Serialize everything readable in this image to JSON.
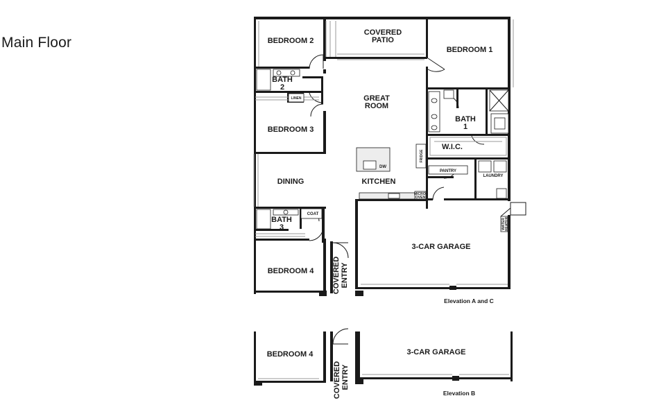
{
  "title": "Main Floor",
  "rooms": {
    "bedroom2": "BEDROOM 2",
    "covered_patio_1": "COVERED",
    "covered_patio_2": "PATIO",
    "bedroom1": "BEDROOM 1",
    "bath2_1": "BATH",
    "bath2_2": "2",
    "linen": "LINEN",
    "great_room_1": "GREAT",
    "great_room_2": "ROOM",
    "bath1_1": "BATH",
    "bath1_2": "1",
    "bedroom3": "BEDROOM 3",
    "wic": "W.I.C.",
    "fridge": "FRIDGE",
    "dw": "DW",
    "pantry": "PANTRY",
    "laundry": "LAUNDRY",
    "dining": "DINING",
    "kitchen": "KITCHEN",
    "micro_1": "MICRO/",
    "micro_2": "OVEN",
    "bath3_1": "BATH",
    "bath3_2": "3",
    "coat": "COAT",
    "water_heater_1": "WATER",
    "water_heater_2": "HEATER",
    "garage": "3-CAR GARAGE",
    "bedroom4": "BEDROOM 4",
    "covered_entry_1": "COVERED",
    "covered_entry_2": "ENTRY"
  },
  "elevations": {
    "ac": "Elevation A and C",
    "b": "Elevation B"
  },
  "elevation_b_rooms": {
    "bedroom4": "BEDROOM 4",
    "covered_entry_1": "COVERED",
    "covered_entry_2": "ENTRY",
    "garage": "3-CAR GARAGE"
  }
}
